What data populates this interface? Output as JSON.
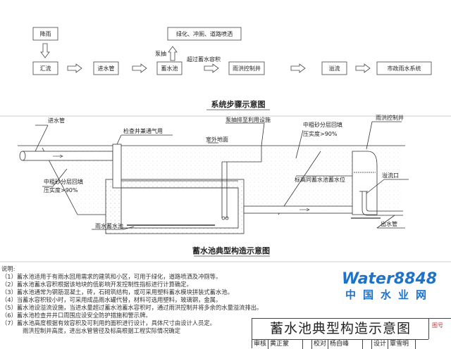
{
  "flow": {
    "rain": "降雨",
    "converge": "汇流",
    "inlet_pipe": "进水管",
    "tank": "蓄水池",
    "reuse": "绿化、冲厕、道路喷洒",
    "pump_label": "泵抽",
    "exceed_label": "超过蓄水容积",
    "control_well": "雨洪控制井",
    "overflow": "溢流",
    "municipal": "市政雨水系统",
    "title": "系统步骤示意图"
  },
  "section": {
    "inlet_pipe": "进水管",
    "inspection": "检查井兼通气用",
    "ground": "室外地面",
    "pump_out": "泵抽排至利用设施",
    "backfill_right": "中粗砂分层回填",
    "compaction_right": "压实度>90%",
    "control_well": "雨洪控制井",
    "level": "标高同蓄水池蓄水位",
    "overflow_port": "溢流口",
    "backfill_left": "中粗砂分层回填",
    "compaction_left": "压实度>90%",
    "tank": "雨水蓄水池",
    "outlet_pipe": "出水管",
    "title": "蓄水池典型构造示意图"
  },
  "notes": {
    "heading": "说明:",
    "items": [
      "（1）蓄水池适用于有雨水回用需求的建筑和小区，可用于绿化，道路喷洒及冲厕等。",
      "（2）蓄水池蓄水容积根据该地块的低影响开发控制性指标进行计算确定。",
      "（3）蓄水池通常为钢筋混凝土，砖，石砌筑结构，或可采用塑料蓄水模块拼装式蓄水池。",
      "（4）当蓄水容积较小时，可采用成品雨水罐代替，材料可选用塑料，玻璃钢，金属。",
      "（5）蓄水池设溢流设施，当进水量超过蓄水池蓄水容积时，通过雨洪控制井将多余的水量溢流排出。",
      "（6）蓄水池检查井井口周围应设安全防护措施和警示牌。",
      "（7）蓄水池高度根据有效容积及可利用的面积进行设计，具体尺寸由设计人员定。",
      "雨洪控制井高度，进出水管管径及标高根据工程实际情况确定"
    ]
  },
  "title_block": {
    "title": "蓄水池典型构造示意图",
    "drawing_no": "图号",
    "reviewer_label": "审核",
    "reviewer": "黄正蒙",
    "checker_label": "校对",
    "checker": "杨自峰",
    "designer_label": "设计",
    "designer": "覃雪明"
  },
  "watermark": {
    "brand": "Water8848",
    "cn": "中国水业网"
  }
}
